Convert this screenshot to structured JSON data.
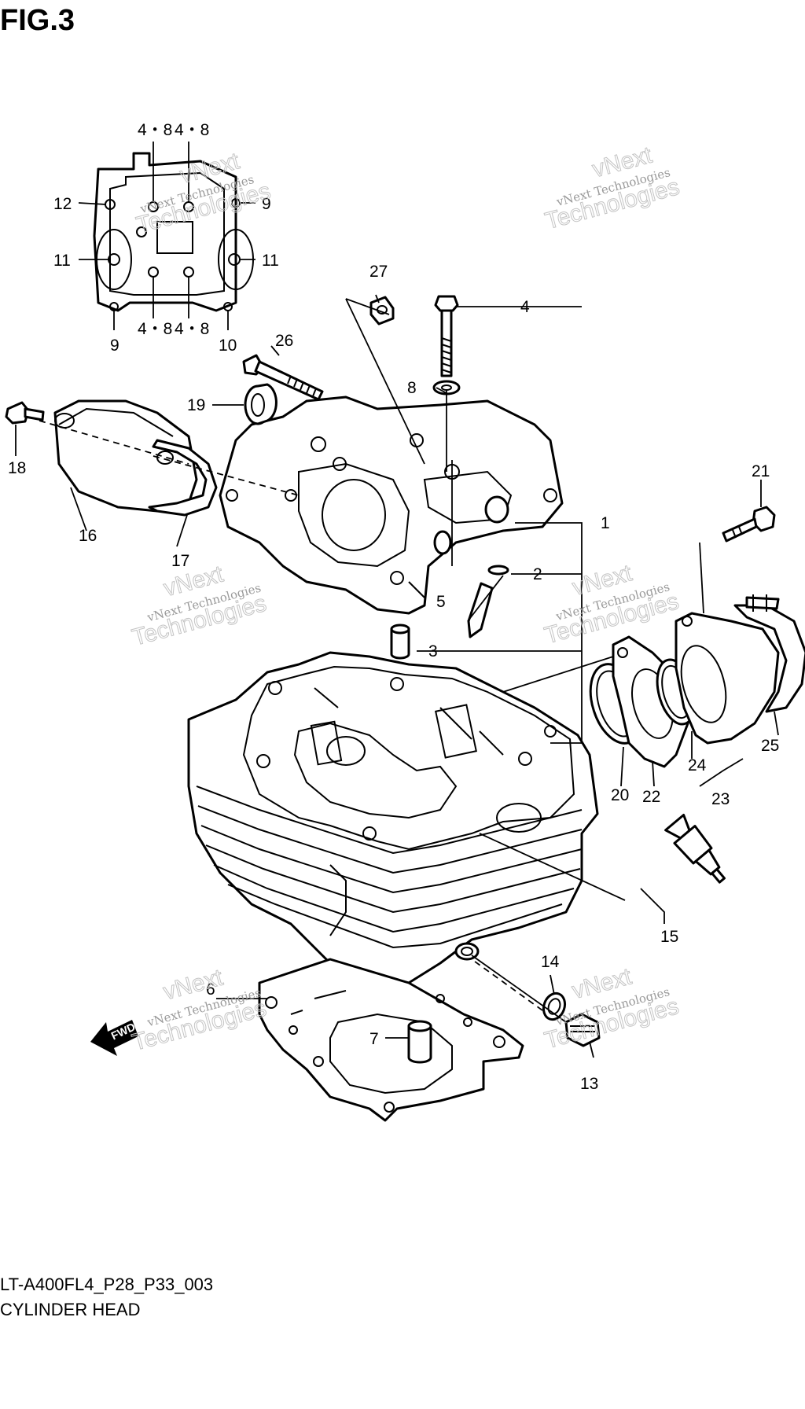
{
  "figure_title": "FIG.3",
  "diagram_code": "LT-A400FL4_P28_P33_003",
  "caption": "CYLINDER HEAD",
  "watermark": {
    "line1": "vNext Technologies",
    "line2_a": "vNext",
    "line2_b": "Technologies"
  },
  "fwd_label": "FWD",
  "callouts": {
    "c1": "1",
    "c2": "2",
    "c3": "3",
    "c4": "4",
    "c5": "5",
    "c6": "6",
    "c7": "7",
    "c8": "8",
    "c9a": "9",
    "c9b": "9",
    "c10": "10",
    "c11a": "11",
    "c11b": "11",
    "c12": "12",
    "c13": "13",
    "c14": "14",
    "c15": "15",
    "c16": "16",
    "c17": "17",
    "c18": "18",
    "c19": "19",
    "c20": "20",
    "c21": "21",
    "c22": "22",
    "c23": "23",
    "c24": "24",
    "c25": "25",
    "c26": "26",
    "c27": "27",
    "c48a": "4・8",
    "c48b": "4・8",
    "c48c": "4・8",
    "c48d": "4・8"
  }
}
